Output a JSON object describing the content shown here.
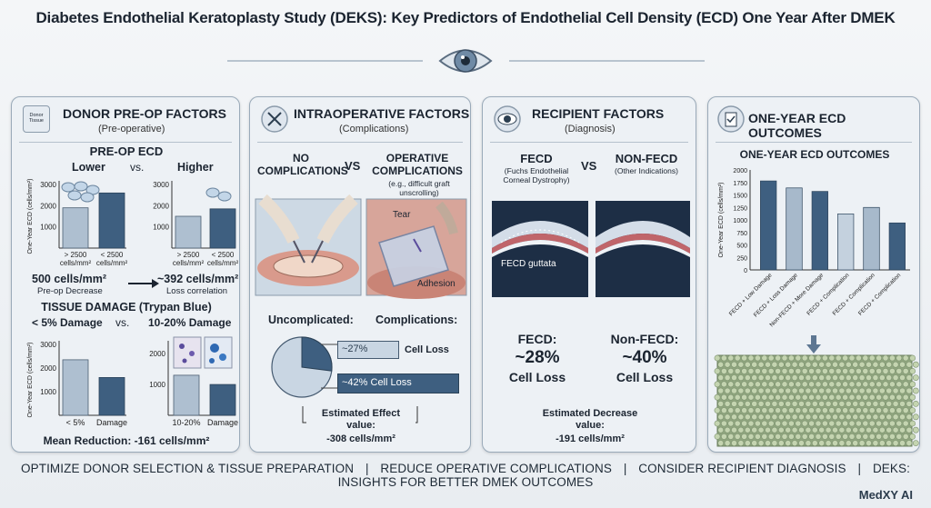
{
  "title": "Diabetes Endothelial Keratoplasty Study (DEKS): Key Predictors of Endothelial Cell Density (ECD) One Year After DMEK",
  "panels": {
    "donor": {
      "title": "DONOR PRE-OP FACTORS",
      "subtitle": "(Pre-operative)",
      "icon_label": "Donor Tissue",
      "preop_heading": "PRE-OP ECD",
      "lower": "Lower",
      "vs": "vs.",
      "higher": "Higher",
      "chart1": {
        "ylabel": "One-Year ECD (cells/mm²)",
        "ticks": [
          "1000",
          "2000",
          "3000"
        ],
        "categories": [
          "> 2500 cells/mm²",
          "< 2500 cells/mm²"
        ],
        "values": [
          1900,
          2600
        ]
      },
      "chart2": {
        "ticks": [
          "1000",
          "2000",
          "3000"
        ],
        "categories": [
          "> 2500 cells/mm²",
          "< 2500 cells/mm²"
        ],
        "values": [
          1500,
          1850
        ]
      },
      "stat_left": "500 cells/mm²",
      "stat_left_note": "Pre-op Decrease",
      "stat_right": "~392 cells/mm²",
      "stat_right_note": "Loss correlation",
      "damage_heading": "TISSUE DAMAGE (Trypan Blue)",
      "damage_low": "< 5% Damage",
      "damage_vs": "vs.",
      "damage_high": "10-20% Damage",
      "chart3": {
        "ylabel": "One-Year ECD (cells/mm²)",
        "ticks": [
          "1000",
          "2000",
          "3000"
        ],
        "categories": [
          "< 5%",
          "Damage"
        ],
        "values": [
          2350,
          1600
        ]
      },
      "chart4": {
        "ticks": [
          "1000",
          "2000"
        ],
        "categories": [
          "10-20%",
          "Damage"
        ],
        "values": [
          1300,
          1000
        ]
      },
      "mean_reduction": "Mean Reduction: -161 cells/mm²"
    },
    "intra": {
      "title": "INTRAOPERATIVE FACTORS",
      "subtitle": "(Complications)",
      "no_comp": "NO COMPLICATIONS",
      "vs": "VS",
      "op_comp": "OPERATIVE COMPLICATIONS",
      "op_comp_note": "(e.g., difficult graft unscrolling)",
      "tear_label": "Tear",
      "adhesion_label": "Adhesion",
      "uncomplicated": "Uncomplicated:",
      "complications": "Complications:",
      "bar1": "~27%",
      "bar1_label": "Cell Loss",
      "bar2": "~42% Cell Loss",
      "effect_label": "Estimated Effect value:",
      "effect_value": "-308 cells/mm²",
      "pie_share": 0.27
    },
    "recipient": {
      "title": "RECIPIENT FACTORS",
      "subtitle": "(Diagnosis)",
      "fecd": "FECD",
      "fecd_note": "(Fuchs Endothelial Corneal Dystrophy)",
      "vs": "VS",
      "nonfecd": "NON-FECD",
      "nonfecd_note": "(Other Indications)",
      "guttata": "FECD guttata",
      "fecd_stat_label": "FECD:",
      "fecd_stat": "~28%",
      "fecd_stat_unit": "Cell Loss",
      "nonfecd_stat_label": "Non-FECD:",
      "nonfecd_stat": "~40%",
      "nonfecd_stat_unit": "Cell Loss",
      "decrease_label": "Estimated Decrease value:",
      "decrease_value": "-191 cells/mm²"
    },
    "outcomes": {
      "title": "ONE-YEAR ECD OUTCOMES",
      "chart_title": "ONE-YEAR ECD OUTCOMES"
    }
  },
  "chart_data": {
    "type": "bar",
    "title": "ONE-YEAR ECD OUTCOMES",
    "ylabel": "One-Year ECD (cells/mm²)",
    "ylim": [
      0,
      2000
    ],
    "yticks": [
      "0",
      "250",
      "500",
      "750",
      "1000",
      "1250",
      "1500",
      "1750",
      "2000"
    ],
    "categories": [
      "FECD + Low Damage",
      "FECD + Loss Damage",
      "Non-FECD + More Damage",
      "FECD + Complication",
      "FECD + Complication",
      "FECD + Complication"
    ],
    "values": [
      1780,
      1640,
      1570,
      1120,
      1250,
      940
    ],
    "colors": [
      "#3e5f80",
      "#a7b9cb",
      "#3e5f80",
      "#c4d1de",
      "#a7b9cb",
      "#3e5f80"
    ]
  },
  "footer": {
    "item1": "OPTIMIZE DONOR SELECTION & TISSUE PREPARATION",
    "item2": "REDUCE OPERATIVE COMPLICATIONS",
    "item3": "CONSIDER RECIPIENT DIAGNOSIS",
    "item4": "DEKS: INSIGHTS FOR BETTER DMEK OUTCOMES",
    "separator": "|"
  },
  "brand": "MedXY AI"
}
